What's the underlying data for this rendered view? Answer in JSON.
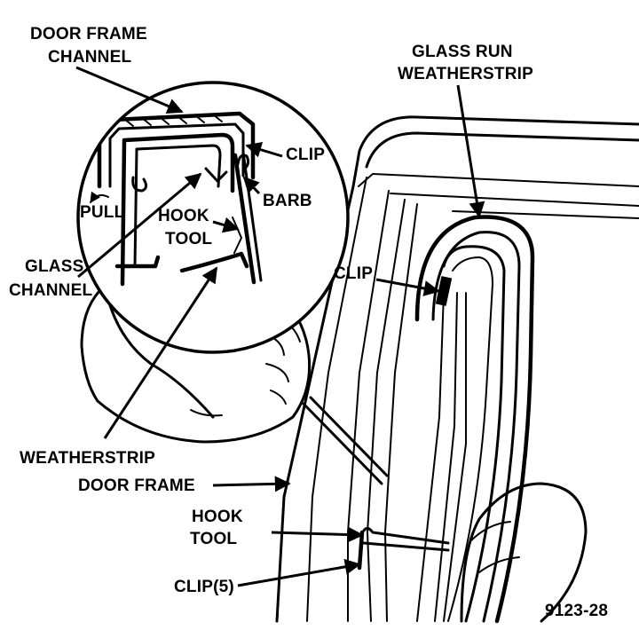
{
  "figure_id": "9123-28",
  "labels": {
    "door_frame_channel_line1": "DOOR FRAME",
    "door_frame_channel_line2": "CHANNEL",
    "clip_detail": "CLIP",
    "barb": "BARB",
    "pull": "PULL",
    "hook_tool_detail_line1": "HOOK",
    "hook_tool_detail_line2": "TOOL",
    "glass_channel_line1": "GLASS",
    "glass_channel_line2": "CHANNEL",
    "weatherstrip": "WEATHERSTRIP",
    "glass_run_weatherstrip_line1": "GLASS RUN",
    "glass_run_weatherstrip_line2": "WEATHERSTRIP",
    "clip_main": "CLIP",
    "door_frame": "DOOR FRAME",
    "hook_tool_main_line1": "HOOK",
    "hook_tool_main_line2": "TOOL",
    "clip_count": "CLIP(5)"
  }
}
